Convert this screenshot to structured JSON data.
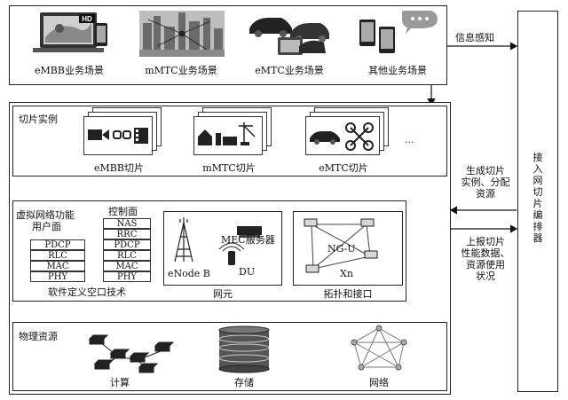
{
  "top": {
    "scenarios": [
      "eMBB业务场景",
      "mMTC业务场景",
      "eMTC业务场景",
      "其他业务场景"
    ],
    "hd_badge": "HD"
  },
  "right_panel": {
    "title": "接入网切片编排器"
  },
  "arrows": {
    "info_sensing": "信息感知",
    "generate": [
      "生成切片",
      "实例、分配",
      "资源"
    ],
    "report": [
      "上报切片",
      "性能数据、",
      "资源使用",
      "状况"
    ]
  },
  "slices": {
    "title": "切片实例",
    "items": [
      "eMBB切片",
      "mMTC切片",
      "eMTC切片"
    ],
    "more": "..."
  },
  "sdn": {
    "left_title": [
      "虚拟网络功能",
      "用户面"
    ],
    "control_title": "控制面",
    "user_plane": [
      "PDCP",
      "RLC",
      "MAC",
      "PHY"
    ],
    "control_plane": [
      "NAS",
      "RRC",
      "PDCP",
      "RLC",
      "MAC",
      "PHY"
    ],
    "caption": "软件定义空口技术"
  },
  "network_elements": {
    "enodeb": "eNode B",
    "mec": "MEC服务器",
    "du": "DU",
    "caption": "网元"
  },
  "topology": {
    "ngu": "NG-U",
    "xn": "Xn",
    "caption": "拓扑和接口"
  },
  "physical": {
    "title": "物理资源",
    "items": [
      "计算",
      "存储",
      "网络"
    ]
  }
}
